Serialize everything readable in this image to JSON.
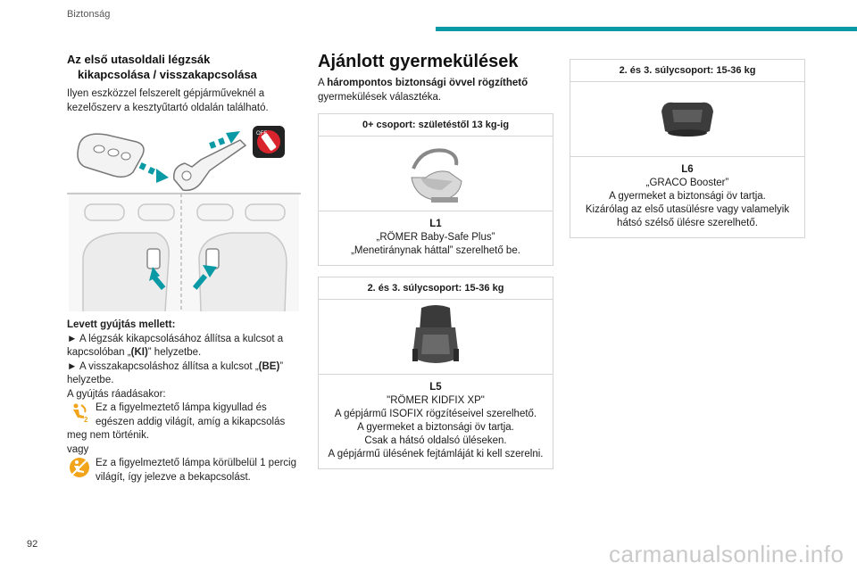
{
  "header": {
    "section": "Biztonság"
  },
  "page_number": "92",
  "watermark": "carmanualsonline.info",
  "left": {
    "heading_line1": "Az első utasoldali légzsák",
    "heading_line2": "kikapcsolása / visszakapcsolása",
    "intro": "Ilyen eszközzel felszerelt gépjárműveknél a kezelőszerv a kesztyűtartó oldalán található.",
    "off_title": "Levett gyújtás mellett:",
    "step1_prefix": "► A légzsák kikapcsolásához állítsa a kulcsot a kapcsolóban „",
    "step1_bold": "(KI)",
    "step1_suffix": "” helyzetbe.",
    "step2_prefix": "► A visszakapcsoláshoz állítsa a kulcsot „",
    "step2_bold": "(BE)",
    "step2_suffix": "” helyzetbe.",
    "ignition_on": "A gyújtás ráadásakor:",
    "warn1_a": "Ez a figyelmeztető lámpa kigyullad és egészen addig világít, amíg a kikapcsolás",
    "warn1_b": "meg nem történik.",
    "or": "vagy",
    "warn2": "Ez a figyelmeztető lámpa körülbelül 1 percig világít, így jelezve a bekapcsolást.",
    "switch_label": "OFF"
  },
  "middle": {
    "heading": "Ajánlott gyermekülések",
    "intro_prefix": "A ",
    "intro_bold": "hárompontos biztonsági övvel rögzíthető",
    "intro_suffix": "gyermekülések választéka.",
    "card1": {
      "head": "0+ csoport: születéstől 13 kg-ig",
      "code": "L1",
      "line1": "„RÖMER Baby-Safe Plus”",
      "line2": "„Menetiránynak háttal” szerelhető be."
    },
    "card2": {
      "head": "2. és 3. súlycsoport: 15-36 kg",
      "code": "L5",
      "line1": "\"RÖMER KIDFIX XP\"",
      "line2": "A gépjármű ISOFIX rögzítéseivel szerelhető.",
      "line3": "A gyermeket a biztonsági öv tartja.",
      "line4": "Csak a hátsó oldalsó üléseken.",
      "line5": "A gépjármű ülésének fejtámláját ki kell szerelni."
    }
  },
  "right": {
    "card3": {
      "head": "2. és 3. súlycsoport: 15-36 kg",
      "code": "L6",
      "line1": "„GRACO Booster”",
      "line2": "A gyermeket a biztonsági öv tartja.",
      "line3": "Kizárólag az első utasülésre vagy valamelyik hátsó szélső ülésre szerelhető."
    }
  },
  "colors": {
    "accent": "#0a9aa6",
    "warning": "#f2a51a",
    "switch_red": "#d9232d"
  }
}
